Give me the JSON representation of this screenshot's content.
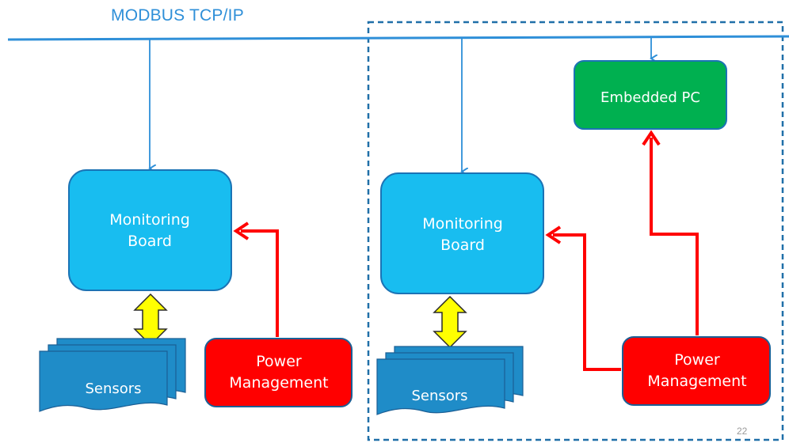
{
  "bus": {
    "label": "MODBUS TCP/IP"
  },
  "left": {
    "monitoring_board": "Monitoring\nBoard",
    "sensors": "Sensors",
    "power_management": "Power\nManagement"
  },
  "right": {
    "embedded_pc": "Embedded PC",
    "monitoring_board": "Monitoring\nBoard",
    "sensors": "Sensors",
    "power_management": "Power\nManagement"
  },
  "page_number": "22",
  "colors": {
    "bus": "#2e8fd8",
    "board_fill": "#18bdf0",
    "board_stroke": "#1b73b5",
    "sensor_fill": "#1f8cc8",
    "power_fill": "#ff0000",
    "pc_fill": "#00b050",
    "arrow_red": "#ff0000",
    "arrow_yellow": "#ffff00"
  }
}
